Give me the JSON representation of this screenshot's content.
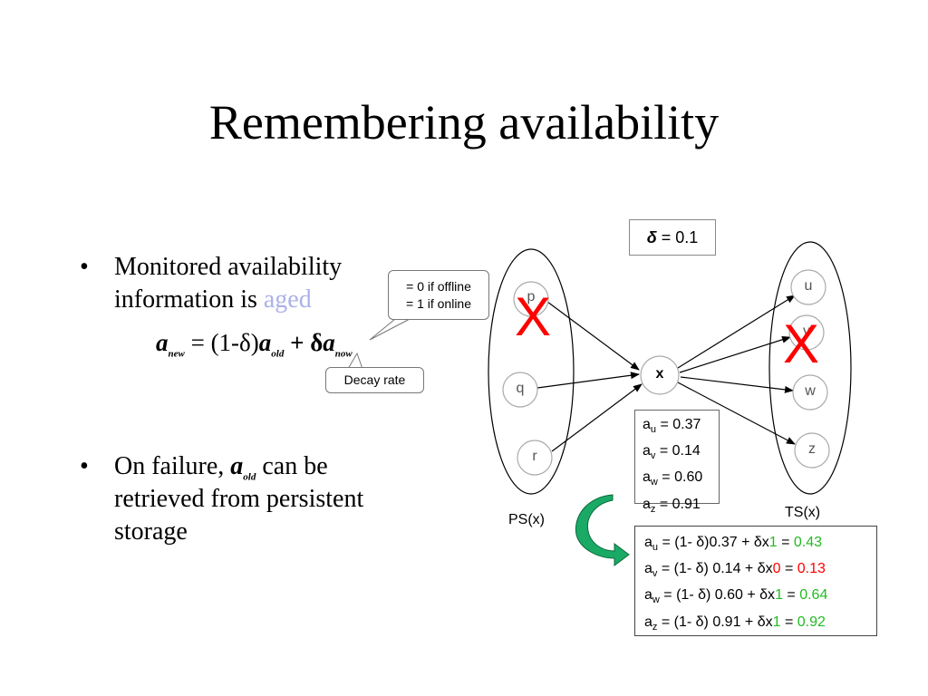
{
  "title": "Remembering availability",
  "bullets": {
    "b1_line1": "Monitored availability",
    "b1_line2_prefix": "information is ",
    "b1_aged": "aged",
    "b2_line1_prefix": "On failure, ",
    "b2_a": "a",
    "b2_old": "old",
    "b2_line1_suffix": " can be",
    "b2_line2": "retrieved from persistent",
    "b2_line3": "storage"
  },
  "formula": {
    "a1": "a",
    "new": "new",
    "eq": " = (1-δ)",
    "a2": "a",
    "old": "old",
    "plus": " + δ",
    "a3": "a",
    "now": "now"
  },
  "callout_online": {
    "line1": "= 0 if offline",
    "line2": "= 1 if online"
  },
  "callout_decay": "Decay rate",
  "delta_box": {
    "symbol": "δ",
    "text": " = 0.1"
  },
  "nodes": {
    "p": "p",
    "q": "q",
    "r": "r",
    "x": "x",
    "u": "u",
    "v": "v",
    "w": "w",
    "z": "z"
  },
  "ps_label": "PS(x)",
  "ts_label": "TS(x)",
  "failure_mark": "X",
  "availability_values": [
    {
      "a": "a",
      "sub": "u",
      "rest": " = 0.37"
    },
    {
      "a": "a",
      "sub": "v",
      "rest": " = 0.14"
    },
    {
      "a": "a",
      "sub": "w",
      "rest": " = 0.60"
    },
    {
      "a": "a",
      "sub": "z",
      "rest": " = 0.91"
    }
  ],
  "updated_values": [
    {
      "a": "a",
      "sub": "u",
      "mid": " = (1- δ)0.37 + δx",
      "input": "1",
      "eq": " = ",
      "result": "0.43",
      "color": "#22bb22"
    },
    {
      "a": "a",
      "sub": "v",
      "mid": " = (1- δ) 0.14 + δx",
      "input": "0",
      "eq": " = ",
      "result": "0.13",
      "color": "#ff0000"
    },
    {
      "a": "a",
      "sub": "w",
      "mid": " = (1- δ) 0.60 + δx",
      "input": "1",
      "eq": " = ",
      "result": "0.64",
      "color": "#22bb22"
    },
    {
      "a": "a",
      "sub": "z",
      "mid": " = (1- δ) 0.91 + δx",
      "input": "1",
      "eq": " = ",
      "result": "0.92",
      "color": "#22bb22"
    }
  ],
  "colors": {
    "online": "#22bb22",
    "offline": "#ff0000",
    "aged": "#aab2e8",
    "arrow_fill": "#1aaa66"
  }
}
